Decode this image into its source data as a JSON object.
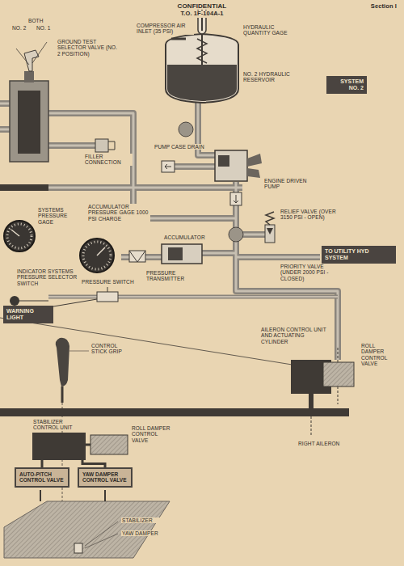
{
  "diagram": {
    "nodes": [
      {
        "text": [
          "SYSTEM NO. 2"
        ]
      },
      {
        "text": [
          "TO UTILITY HYD SYSTEM"
        ]
      },
      {
        "text": [
          "WARNING LIGHT"
        ]
      },
      {
        "text": [
          "STABILIZER CONTROL UNIT"
        ]
      },
      {
        "text": [
          "AUTO-PITCH CONTROL VALVE"
        ]
      },
      {
        "text": [
          "YAW DAMPER CONTROL VALVE"
        ]
      }
    ],
    "edges": [
      {
        "from": 3,
        "to": 4,
        "arrow": "none"
      },
      {
        "from": 3,
        "to": 5,
        "arrow": "none"
      }
    ],
    "labels": [
      "CONFIDENTIAL",
      "T.O. 1F-104A-1",
      "Section I",
      "BOTH",
      "NO. 2",
      "NO. 1",
      "GROUND TEST SELECTOR VALVE (NO. 2 POSITION)",
      "FILLER CONNECTION",
      "COMPRESSOR AIR INLET (35 PSI)",
      "HYDRAULIC QUANTITY GAGE",
      "NO. 2 HYDRAULIC RESERVOIR",
      "PUMP CASE DRAIN",
      "ENGINE DRIVEN PUMP",
      "RELIEF VALVE (OVER 3150 PSI - OPEN)",
      "PRIORITY VALVE (UNDER 2000 PSI - CLOSED)",
      "SYSTEMS PRESSURE GAGE",
      "ACCUMULATOR PRESSURE GAGE 1000 PSI CHARGE",
      "ACCUMULATOR",
      "PRESSURE TRANSMITTER",
      "INDICATOR SYSTEMS PRESSURE SELECTOR SWITCH",
      "PRESSURE SWITCH",
      "CONTROL STICK GRIP",
      "AILERON CONTROL UNIT AND ACTUATING CYLINDER",
      "ROLL DAMPER CONTROL VALVE",
      "ROLL DAMPER CONTROL VALVE",
      "RIGHT AILERON",
      "STABILIZER",
      "YAW DAMPER"
    ]
  }
}
